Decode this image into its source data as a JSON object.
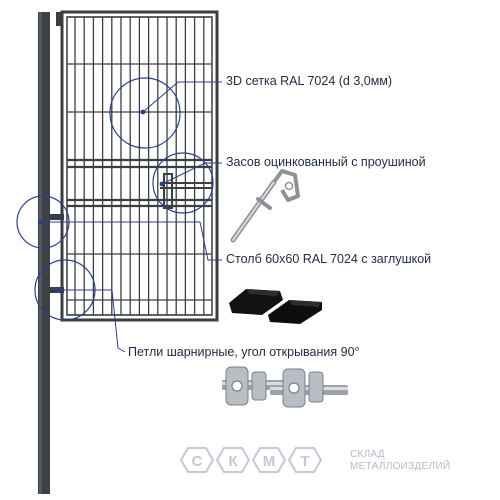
{
  "callouts": {
    "mesh": "3D сетка RAL 7024 (d 3,0мм)",
    "latch": "Засов оцинкованный с проушиной",
    "post": "Столб 60х60 RAL 7024 с заглушкой",
    "hinges": "Петли шарнирные, угол открывания 90°"
  },
  "logo": {
    "letters": [
      "С",
      "К",
      "М",
      "Т"
    ],
    "line1": "СКЛАД",
    "line2": "МЕТАЛЛОИЗДЕЛИЙ"
  },
  "colors": {
    "frame": "#3a3d42",
    "callout": "#2b3f8f",
    "label": "#1f2a44",
    "logo": "#c3c8d6"
  }
}
